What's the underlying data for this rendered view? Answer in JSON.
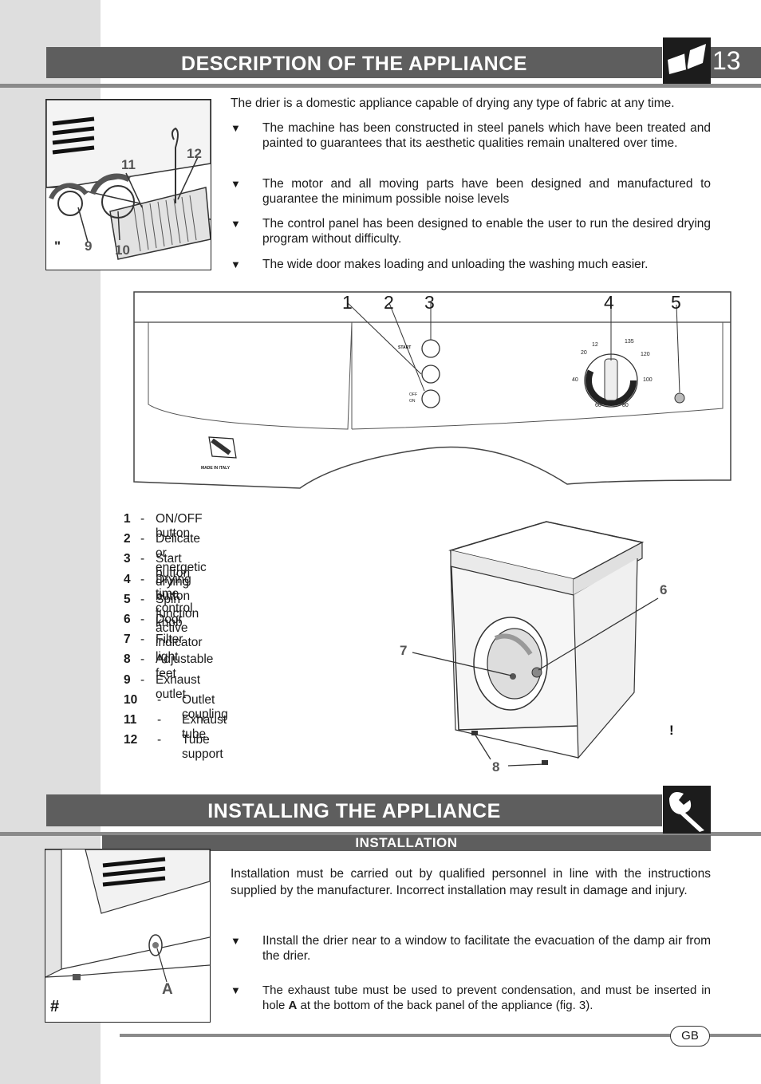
{
  "page_number": "13",
  "section1": {
    "title": "DESCRIPTION OF THE APPLIANCE",
    "intro": "The drier is a domestic appliance capable of drying any type of fabric at any time.",
    "bullets": [
      "The machine has been constructed in steel panels which have been treated and painted to guarantees that its aesthetic qualities remain unaltered over time.",
      "The motor and all moving parts have been designed and manufactured to guarantee the minimum possible noise levels",
      "The control panel has been designed to enable the user to run the desired drying program without difficulty.",
      "The wide door makes loading and unloading the washing much easier."
    ],
    "bullet_marker": "▼"
  },
  "figure1": {
    "labels": [
      "11",
      "12",
      "\"",
      "9",
      "10"
    ]
  },
  "panel": {
    "callouts": [
      "1",
      "2",
      "3",
      "4",
      "5"
    ],
    "start_label": "START",
    "off_label": "OFF",
    "on_label": "ON",
    "made_in": "MADE IN ITALY",
    "dial_marks": [
      "12",
      "135",
      "20",
      "120",
      "40",
      "100",
      "60",
      "80"
    ]
  },
  "legend": [
    {
      "num": "1",
      "label": "ON/OFF button"
    },
    {
      "num": "2",
      "label": "Delicate or energetic drying button"
    },
    {
      "num": "3",
      "label": "Start button"
    },
    {
      "num": "4",
      "label": "Drying time control knob"
    },
    {
      "num": "5",
      "label": "Spin function active indicator light"
    },
    {
      "num": "6",
      "label": "Door"
    },
    {
      "num": "7",
      "label": "Filter"
    },
    {
      "num": "8",
      "label": "Adjustable feet"
    },
    {
      "num": "9",
      "label": "Exhaust outlet"
    },
    {
      "num": "10",
      "label": "Outlet coupling"
    },
    {
      "num": "11",
      "label": "Exhaust tube"
    },
    {
      "num": "12",
      "label": "Tube support"
    }
  ],
  "machine_figure": {
    "labels": [
      "6",
      "7",
      "8",
      "!"
    ]
  },
  "section2": {
    "title": "INSTALLING THE APPLIANCE",
    "subtitle": "INSTALLATION",
    "intro": "Installation must be carried out by qualified personnel in line with the instructions supplied by the manufacturer. Incorrect installation may result in damage and injury.",
    "bullet1": "IInstall the drier near to a window to facilitate the evacuation of the damp air from the drier.",
    "bullet2_pre": "The exhaust tube must be used to prevent condensation, and must be inserted in hole ",
    "bullet2_bold": "A",
    "bullet2_post": " at the bottom of the back panel of the appliance (fig. 3)."
  },
  "figure3": {
    "labels": [
      "A",
      "#"
    ]
  },
  "footer": {
    "language": "GB"
  }
}
